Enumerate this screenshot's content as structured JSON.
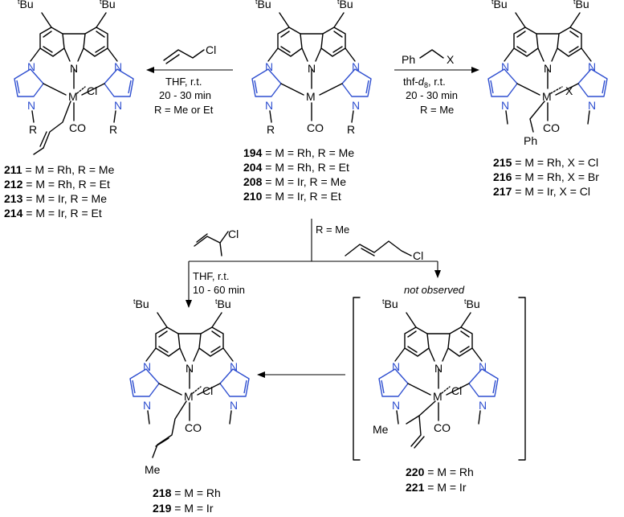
{
  "atoms": {
    "tBu": "Bu",
    "t_sup": "t",
    "N": "N",
    "M": "M",
    "Cl": "Cl",
    "X": "X",
    "CO": "CO",
    "R": "R",
    "Ph": "Ph",
    "Me": "Me"
  },
  "arrow_left": {
    "line1": "THF, r.t.",
    "line2": "20 - 30 min",
    "line3": "R = Me or Et"
  },
  "arrow_right": {
    "line1_prefix": "thf-",
    "line1_d": "d",
    "line1_sub": "8",
    "line1_suffix": ", r.t.",
    "line2": "20 - 30 min",
    "line3": "R = Me"
  },
  "branch": {
    "r_label": "R = Me",
    "conditions1": "THF, r.t.",
    "conditions2": "10 - 60 min",
    "not_observed": "not observed"
  },
  "labels": {
    "center": [
      {
        "num": "194",
        "text": " = M = Rh, R = Me"
      },
      {
        "num": "204",
        "text": " = M = Rh, R = Et"
      },
      {
        "num": "208",
        "text": " = M = Ir, R = Me"
      },
      {
        "num": "210",
        "text": " = M = Ir, R = Et"
      }
    ],
    "left": [
      {
        "num": "211",
        "text": " = M = Rh, R = Me"
      },
      {
        "num": "212",
        "text": " = M = Rh, R = Et"
      },
      {
        "num": "213",
        "text": " = M = Ir, R = Me"
      },
      {
        "num": "214",
        "text": " = M = Ir, R = Et"
      }
    ],
    "right": [
      {
        "num": "215",
        "text": " = M = Rh, X = Cl"
      },
      {
        "num": "216",
        "text": " = M = Rh, X = Br"
      },
      {
        "num": "217",
        "text": " = M = Ir, X = Cl"
      }
    ],
    "bottom_left": [
      {
        "num": "218",
        "text": " = M = Rh"
      },
      {
        "num": "219",
        "text": " = M = Ir"
      }
    ],
    "bottom_right": [
      {
        "num": "220",
        "text": " = M = Rh"
      },
      {
        "num": "221",
        "text": " = M = Ir"
      }
    ]
  }
}
